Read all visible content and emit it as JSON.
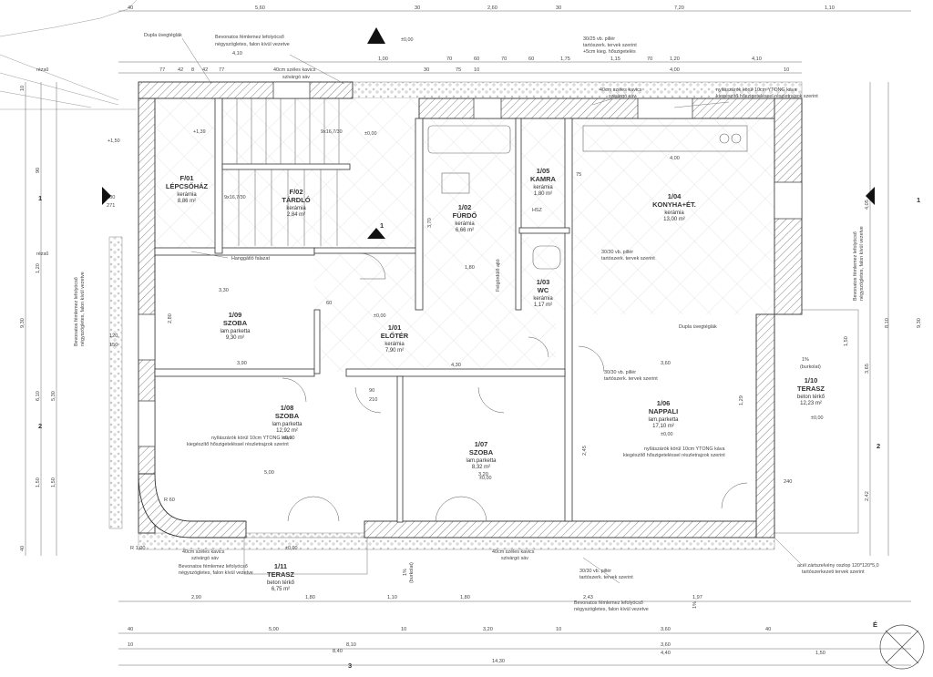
{
  "rooms": [
    {
      "id": "F/01",
      "name": "LÉPCSŐHÁZ",
      "floor": "kerámia",
      "area": "8,86 m²"
    },
    {
      "id": "F/02",
      "name": "TÁRDLÓ",
      "floor": "kerámia",
      "area": "2,84 m²"
    },
    {
      "id": "1/02",
      "name": "FÜRDŐ",
      "floor": "kerámia",
      "area": "6,66 m²"
    },
    {
      "id": "1/05",
      "name": "KAMRA",
      "floor": "kerámia",
      "area": "1,80 m²"
    },
    {
      "id": "1/04",
      "name": "KONYHA+ÉT.",
      "floor": "kerámia",
      "area": "13,00 m²"
    },
    {
      "id": "1/03",
      "name": "WC",
      "floor": "kerámia",
      "area": "1,17 m²"
    },
    {
      "id": "1/09",
      "name": "SZOBA",
      "floor": "lam.parketta",
      "area": "9,30 m²"
    },
    {
      "id": "1/01",
      "name": "ELŐTÉR",
      "floor": "kerámia",
      "area": "7,90 m²"
    },
    {
      "id": "1/08",
      "name": "SZOBA",
      "floor": "lam.parketta",
      "area": "12,92 m²"
    },
    {
      "id": "1/07",
      "name": "SZOBA",
      "floor": "lam.parketta",
      "area": "8,32 m²"
    },
    {
      "id": "1/06",
      "name": "NAPPALI",
      "floor": "lam.parketta",
      "area": "17,10 m²"
    },
    {
      "id": "1/10",
      "name": "TERASZ",
      "floor": "beton térkő",
      "area": "12,23 m²"
    },
    {
      "id": "1/11",
      "name": "TERASZ",
      "floor": "beton térkő",
      "area": "6,75 m²"
    }
  ],
  "annotations": {
    "dupla_uveg": "Dupla üvegtéglák",
    "bevonatos_1": "Bevonatos fémlemez lefolyócső",
    "bevonatos_2": "négyszögletes, falon kívül vezetve",
    "kavics_1": "40cm széles kavics",
    "kavics_2": "szivárgó sáv",
    "piller_top_1": "30/25 vb. pillér",
    "piller_top_2": "tartószerk. tervek szerint",
    "piller_top_3": "+5cm kieg. hőszigetelés",
    "nyilaszaro_1": "nyílászárók körül 10cm YTONG káva",
    "nyilaszaro_2": "kiegészítő hőszigeteléssel részletrajzok szerint",
    "hanggatlo": "Hanggátló falazat",
    "piller_mid_1": "30/30 vb. pillér",
    "piller_mid_2": "tartószerk. tervek szerint",
    "oszlop_1": "acél zártszelvény oszlop 120*120*5,0",
    "oszlop_2": "tartószerkezeti tervek szerint",
    "resu": "rézsű",
    "hsz": "HSZ",
    "felgord": "Felgördülő ajtó",
    "burkolat": "(burkolat)",
    "pct": "1%"
  },
  "levels": {
    "stair": "+1,39",
    "landing": "+1,50",
    "zero": "±0,00",
    "stair_label_1": "9x16,7/30",
    "stair_label_2": "9x16,7/30"
  },
  "dims_top": {
    "r1": [
      "40",
      "5,60",
      "30",
      "2,60",
      "30",
      "7,20",
      "1,10"
    ],
    "total_right": "4,10",
    "r2": [
      "1,00",
      "70",
      "60",
      "70",
      "60",
      "1,75",
      "1,15",
      "70",
      "1,20",
      "4,10"
    ],
    "r3": [
      "77",
      "42",
      "8",
      "42",
      "77",
      "30",
      "75",
      "10",
      "4,00",
      "10"
    ]
  },
  "dims_bottom": {
    "r1": [
      "2,90",
      "1,80",
      "1,10",
      "1,80",
      "2,43",
      "1,97"
    ],
    "r2": [
      "40",
      "5,00",
      "10",
      "3,20",
      "10",
      "3,60",
      "40"
    ],
    "r3": [
      "10",
      "8,10",
      "3,60",
      "4,40",
      "1,50"
    ],
    "total": "14,30",
    "extra": "8,40"
  },
  "dims_left": [
    "10",
    "40",
    "5,30",
    "6,10",
    "9,30",
    "1,20",
    "1,50",
    "1,50",
    "90"
  ],
  "dims_right": [
    "9,30",
    "8,10",
    "4,05",
    "3,65",
    "2,42",
    "1,50"
  ],
  "sections": [
    "1",
    "1",
    "2",
    "2",
    "3",
    "1"
  ],
  "inner_dims": {
    "szoba109_w": "3,30",
    "szoba109_w2": "3,90",
    "eloter_w": "4,30",
    "szoba108_w": "5,00",
    "szoba107_w": "3,20",
    "nappali_w": "3,60",
    "konyha_w": "4,00",
    "fur_w": "1,80",
    "h_370": "3,70",
    "h_280": "2,80",
    "h_245": "2,45",
    "h_129": "1,29",
    "d_90": "90",
    "d_210": "210",
    "d_60": "60",
    "d_120": "120",
    "d_150": "150",
    "d_100": "100",
    "d_271": "271",
    "d_75": "75",
    "d_240": "240"
  },
  "radius": [
    "R 60",
    "R 1,00"
  ],
  "north": "É"
}
